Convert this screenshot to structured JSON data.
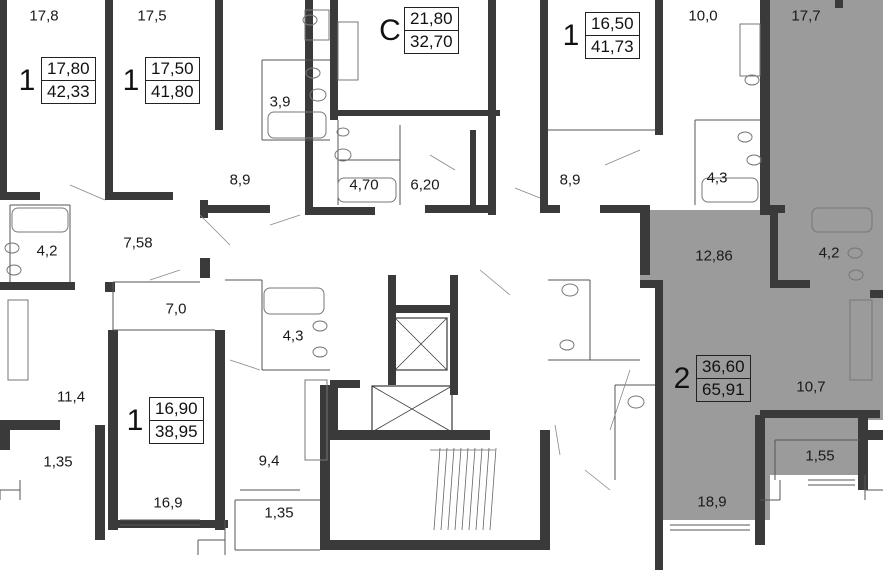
{
  "plan": {
    "colors": {
      "wall": "#3a3a3a",
      "highlight": "#9b9b9b",
      "fixture": "#777777",
      "background": "#ffffff"
    },
    "apartments": [
      {
        "id": "apt-1-top-left",
        "rooms": "1",
        "living": "17,80",
        "total": "42,33"
      },
      {
        "id": "apt-1-top-second",
        "rooms": "1",
        "living": "17,50",
        "total": "41,80"
      },
      {
        "id": "apt-studio-top",
        "rooms": "С",
        "living": "21,80",
        "total": "32,70"
      },
      {
        "id": "apt-1-top-right",
        "rooms": "1",
        "living": "16,50",
        "total": "41,73"
      },
      {
        "id": "apt-1-bottom-left",
        "rooms": "1",
        "living": "16,90",
        "total": "38,95"
      },
      {
        "id": "apt-2-highlighted",
        "rooms": "2",
        "living": "36,60",
        "total": "65,91"
      }
    ],
    "room_areas": [
      "17,8",
      "17,5",
      "3,9",
      "8,9",
      "4,70",
      "6,20",
      "10,0",
      "17,7",
      "8,9",
      "4,3",
      "4,2",
      "7,58",
      "12,86",
      "4,2",
      "7,0",
      "4,3",
      "11,4",
      "1,35",
      "9,4",
      "16,9",
      "1,35",
      "10,7",
      "1,55",
      "18,9"
    ]
  }
}
